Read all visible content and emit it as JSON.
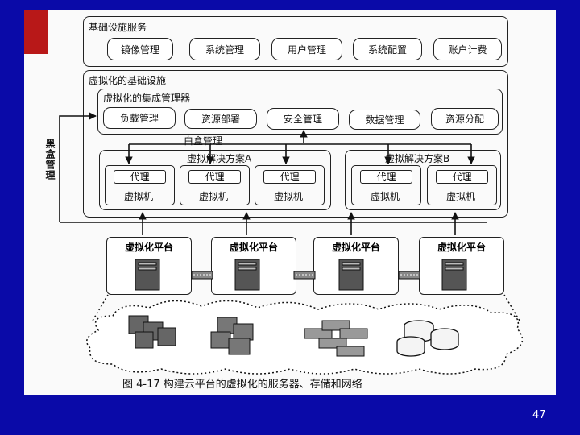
{
  "infra_services": {
    "title": "基础设施服务",
    "items": [
      "镜像管理",
      "系统管理",
      "用户管理",
      "系统配置",
      "账户计费"
    ]
  },
  "virtual_infra": {
    "title": "虚拟化的基础设施",
    "manager": {
      "title": "虚拟化的集成管理器",
      "items": [
        "负载管理",
        "资源部署",
        "安全管理",
        "数据管理",
        "资源分配"
      ]
    },
    "white_box": "白盒管理",
    "black_box": "黑盒管理",
    "solution_a": {
      "title": "虚拟解决方案A",
      "agents": [
        "代理",
        "代理",
        "代理"
      ],
      "vms": [
        "虚拟机",
        "虚拟机",
        "虚拟机"
      ]
    },
    "solution_b": {
      "title": "虚拟解决方案B",
      "agents": [
        "代理",
        "代理"
      ],
      "vms": [
        "虚拟机",
        "虚拟机"
      ]
    }
  },
  "platforms": [
    "虚拟化平台",
    "虚拟化平台",
    "虚拟化平台",
    "虚拟化平台"
  ],
  "caption": "图 4-17   构建云平台的虚拟化的服务器、存储和网络",
  "page_number": "47",
  "colors": {
    "slide_bg": "#0a0aa8",
    "accent": "#b81818"
  }
}
